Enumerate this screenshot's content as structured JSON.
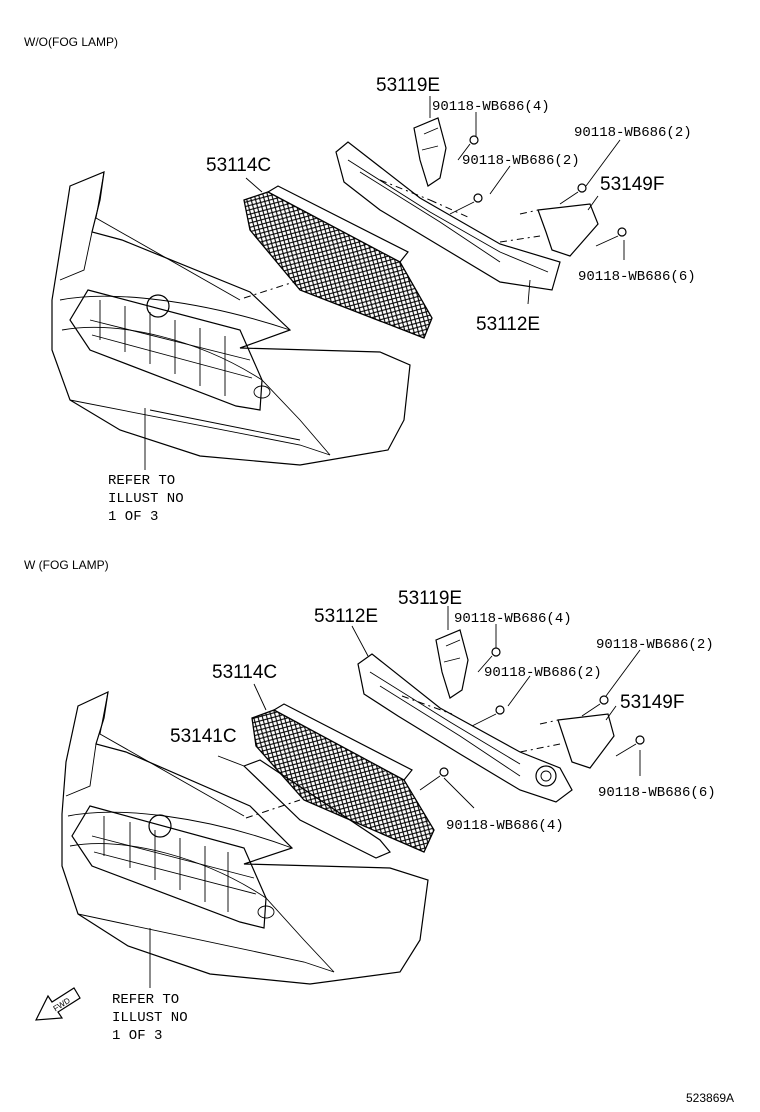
{
  "top": {
    "heading": "W/O(FOG LAMP)",
    "parts": {
      "p53119E": "53119E",
      "p90118_4": "90118-WB686(4)",
      "p90118_2a": "90118-WB686(2)",
      "p90118_2b": "90118-WB686(2)",
      "p53114C": "53114C",
      "p53149F": "53149F",
      "p90118_6": "90118-WB686(6)",
      "p53112E": "53112E"
    },
    "refer": [
      "REFER TO",
      "ILLUST NO",
      "1 OF 3"
    ]
  },
  "bottom": {
    "heading": "W (FOG LAMP)",
    "parts": {
      "p53119E": "53119E",
      "p53112E": "53112E",
      "p90118_4a": "90118-WB686(4)",
      "p90118_2a": "90118-WB686(2)",
      "p90118_2b": "90118-WB686(2)",
      "p53114C": "53114C",
      "p53149F": "53149F",
      "p53141C": "53141C",
      "p90118_6": "90118-WB686(6)",
      "p90118_4b": "90118-WB686(4)"
    },
    "refer": [
      "REFER TO",
      "ILLUST NO",
      "1 OF 3"
    ],
    "fwd": "FWD"
  },
  "illustration_id": "523869A"
}
